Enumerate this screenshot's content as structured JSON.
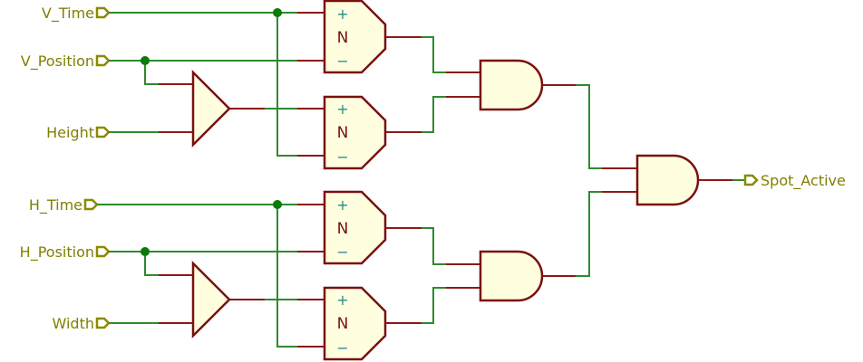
{
  "diagram": {
    "type": "logic-schematic",
    "inputs": [
      {
        "id": "v_time",
        "label": "V_Time"
      },
      {
        "id": "v_position",
        "label": "V_Position"
      },
      {
        "id": "height",
        "label": "Height"
      },
      {
        "id": "h_time",
        "label": "H_Time"
      },
      {
        "id": "h_position",
        "label": "H_Position"
      },
      {
        "id": "width",
        "label": "Width"
      }
    ],
    "output": {
      "id": "spot_active",
      "label": "Spot_Active"
    },
    "adders": [
      {
        "id": "adder_v",
        "inputs": [
          "V_Position",
          "Height"
        ]
      },
      {
        "id": "adder_h",
        "inputs": [
          "H_Position",
          "Width"
        ]
      }
    ],
    "comparators": [
      {
        "id": "cmp1",
        "plus": "+",
        "minus": "−",
        "name": "N",
        "plus_input": "V_Time",
        "minus_input": "V_Position"
      },
      {
        "id": "cmp2",
        "plus": "+",
        "minus": "−",
        "name": "N",
        "plus_input": "V_Position + Height",
        "minus_input": "V_Time"
      },
      {
        "id": "cmp3",
        "plus": "+",
        "minus": "−",
        "name": "N",
        "plus_input": "H_Time",
        "minus_input": "H_Position"
      },
      {
        "id": "cmp4",
        "plus": "+",
        "minus": "−",
        "name": "N",
        "plus_input": "H_Position + Width",
        "minus_input": "H_Time"
      }
    ],
    "and_gates": [
      {
        "id": "and_v",
        "inputs": [
          "cmp1",
          "cmp2"
        ]
      },
      {
        "id": "and_h",
        "inputs": [
          "cmp3",
          "cmp4"
        ]
      },
      {
        "id": "and_out",
        "inputs": [
          "and_v",
          "and_h"
        ],
        "output": "Spot_Active"
      }
    ],
    "colors": {
      "wire": "#2e8b2e",
      "pin": "#8b1a1a",
      "component_fill": "#ffffe0",
      "component_stroke": "#7a1010",
      "label": "#808000",
      "junction": "#0a7a0a",
      "sign": "#2a8a8a"
    }
  }
}
